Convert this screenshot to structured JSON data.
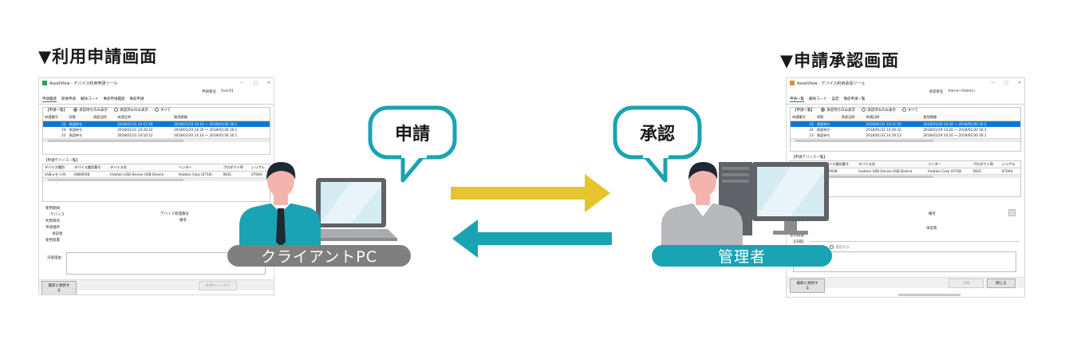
{
  "left_title": "▼利用申請画面",
  "right_title": "▼申請承認画面",
  "left_window": {
    "title": "AssetView - デバイス利用申請ツール",
    "header_label": "申請者名",
    "header_value": "User01",
    "tabs": [
      "申請履歴",
      "新規申請",
      "解除コード",
      "事前申請履歴",
      "事前申請"
    ],
    "list_group_title": "【申請一覧】",
    "radio_options": [
      "承認待ちのみ表示",
      "承認済みのみ表示",
      "すべて"
    ],
    "list_columns": [
      "申請番号",
      "状態",
      "承認日時",
      "申請日時",
      "使用期間"
    ],
    "list_rows": [
      {
        "no": "23",
        "status": "承認待ち",
        "approved": "",
        "applied": "2018/01/31 14:11:50",
        "period": "2018/01/29 14:10 〜 2018/01/30 16:1"
      },
      {
        "no": "24",
        "status": "承認待ち",
        "approved": "",
        "applied": "2018/01/31 14:20:22",
        "period": "2018/01/29 14:20 〜 2018/01/30 16:1"
      },
      {
        "no": "23",
        "status": "承認待ち",
        "approved": "",
        "applied": "2018/01/31 14:16:12",
        "period": "2018/01/30 14:10 〜 2018/01/30 16:1"
      }
    ],
    "device_group_title": "【申請デバイス一覧】",
    "device_columns": [
      "デバイス種別",
      "デバイス識別番号",
      "デバイス名",
      "ベンダー",
      "プロダクトID",
      "シリアル"
    ],
    "device_rows": [
      {
        "type": "USBメモリ/外",
        "id": "EN00048",
        "name": "Imation USB Device USB Device",
        "vendor": "Imation Corp (0718)",
        "product": "063C",
        "serial": "070AA"
      }
    ],
    "detail_labels": [
      "使用期間",
      "デバイス",
      "利用目的",
      "申請場所",
      "承認者",
      "使用部署"
    ],
    "detail_mid_labels": [
      "デバイス管理番号",
      "備考"
    ],
    "reason_label": "決裁理由",
    "refresh_button": "最新に更新する",
    "cancel_button": "申請キャンセル"
  },
  "right_window": {
    "title": "AssetView - デバイス利用承認ツール",
    "header_label": "承認者名",
    "header_value": "Admin (Admin)",
    "tabs": [
      "申請一覧",
      "解除コード",
      "設定",
      "事前申請一覧"
    ],
    "list_group_title": "【申請一覧】",
    "radio_options": [
      "承認待ちのみ表示",
      "承認済みのみ表示",
      "すべて"
    ],
    "list_columns": [
      "申請番号",
      "状態",
      "承認日時",
      "申請日時",
      "使用期間"
    ],
    "list_rows": [
      {
        "no": "23",
        "status": "承認待ち",
        "approved": "",
        "applied": "2018/01/31 14:11:50",
        "period": "2018/01/29 14:20 〜 2018/01/30 16:2"
      },
      {
        "no": "24",
        "status": "承認待ち",
        "approved": "",
        "applied": "2018/01/31 14:20:22",
        "period": "2018/01/29 14:20 〜 2018/01/30 16:1"
      },
      {
        "no": "23",
        "status": "承認待ち",
        "approved": "",
        "applied": "2018/01/31 14:16:12",
        "period": "2018/01/29 14:10 〜 2018/01/30 16:1"
      }
    ],
    "device_group_title": "【申請デバイス一覧】",
    "device_columns": [
      "デバイス種別",
      "デバイス識別番号",
      "デバイス名",
      "ベンダー",
      "プロダクトID",
      "シリアル"
    ],
    "device_rows": [
      {
        "type": "USBメモリ/外",
        "id": "EN00048",
        "name": "Imation USB Device USB Device",
        "vendor": "Imation Corp (0718)",
        "product": "063C",
        "serial": "070AA"
      }
    ],
    "mid_labels": [
      "備考",
      "承認者"
    ],
    "left_labels": [
      "利用目的",
      "使用部署"
    ],
    "decision_label": "【決裁】",
    "decision_option": "承認する",
    "refresh_button": "最新に更新する",
    "approve_button": "決裁",
    "close_button": "閉じる"
  },
  "bubble_left": "申請",
  "bubble_right": "承認",
  "pill_left": "クライアントPC",
  "pill_right": "管理者",
  "colors": {
    "accent_teal": "#1aa3b3",
    "arrow_yellow": "#e6c42e",
    "pill_gray": "#7f7f7f",
    "selection_blue": "#0a78d7"
  }
}
